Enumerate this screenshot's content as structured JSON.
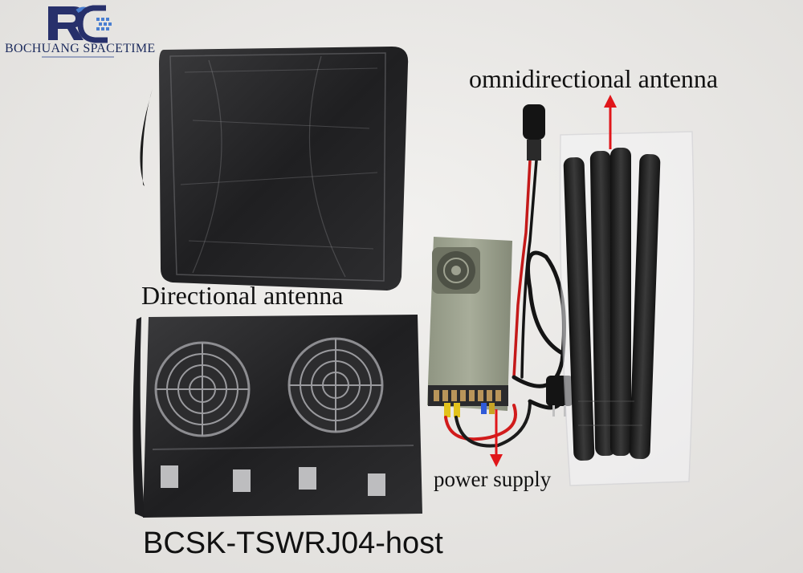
{
  "logo": {
    "company_name": "BOCHUANG SPACETIME",
    "brand_color": "#27306b",
    "accent_color": "#4a7fd1"
  },
  "labels": {
    "directional": "Directional  antenna",
    "omni": "omnidirectional antenna",
    "power": "power supply",
    "host": "BCSK-TSWRJ04-host"
  },
  "colors": {
    "background": "#ecebe9",
    "arrow": "#e0161a",
    "device_dark": "#2a2a2c",
    "psu_metal": "#9aa08e"
  }
}
